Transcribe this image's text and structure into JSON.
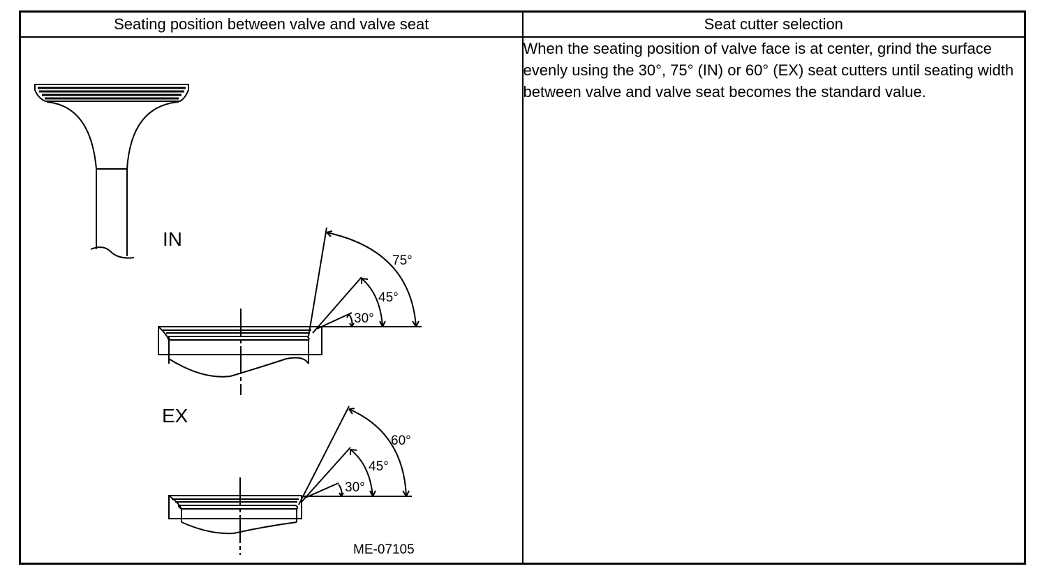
{
  "table": {
    "col1_header": "Seating position between valve and valve seat",
    "col2_header": "Seat cutter selection",
    "description": "When the seating position of valve face is at center, grind the surface evenly using the 30°, 75° (IN) or 60° (EX) seat cutters until seating width between valve and valve seat becomes the standard value."
  },
  "figure": {
    "in_label": "IN",
    "ex_label": "EX",
    "in_angles": [
      "75°",
      "45°",
      "30°"
    ],
    "ex_angles": [
      "60°",
      "45°",
      "30°"
    ],
    "figure_id": "ME-07105"
  }
}
